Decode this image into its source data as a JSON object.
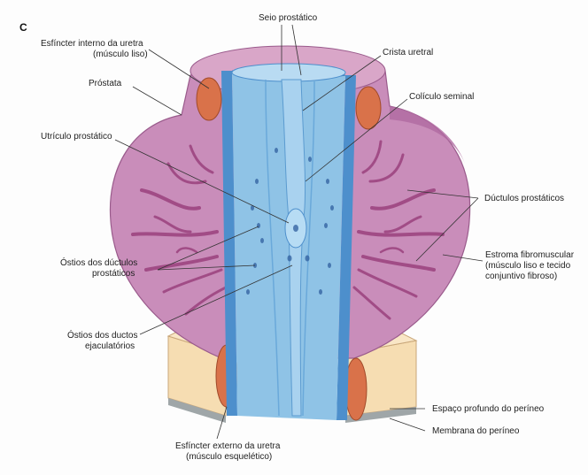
{
  "figure": {
    "panel_letter": "C",
    "colors": {
      "prostate": "#c98dba",
      "prostate_dark": "#b06aa1",
      "ducts": "#a14c86",
      "urethra": "#8fc3e6",
      "urethra_dark": "#4d8fcc",
      "sphincter": "#d9724a",
      "perineal_space": "#f6ddb2",
      "membrane": "#9fa6a8"
    },
    "labels": {
      "seio_prostatico": "Seio prostático",
      "esfincter_interno_1": "Esfíncter interno da uretra",
      "esfincter_interno_2": "(músculo liso)",
      "crista_uretral": "Crista uretral",
      "prostata": "Próstata",
      "coliculo_seminal": "Colículo seminal",
      "utriculo_prostatico": "Utrículo prostático",
      "ductulos_prostaticos": "Dúctulos prostáticos",
      "estroma_1": "Estroma fibromuscular",
      "estroma_2": "(músculo liso e tecido",
      "estroma_3": "conjuntivo fibroso)",
      "ostios_ductulos_1": "Óstios dos dúctulos",
      "ostios_ductulos_2": "prostáticos",
      "ostios_ductos_1": "Óstios dos ductos",
      "ostios_ductos_2": "ejaculatórios",
      "espaco_profundo": "Espaço profundo do períneo",
      "membrana_perineo": "Membrana do períneo",
      "esfincter_externo_1": "Esfíncter externo da uretra",
      "esfincter_externo_2": "(músculo esquelético)"
    }
  }
}
